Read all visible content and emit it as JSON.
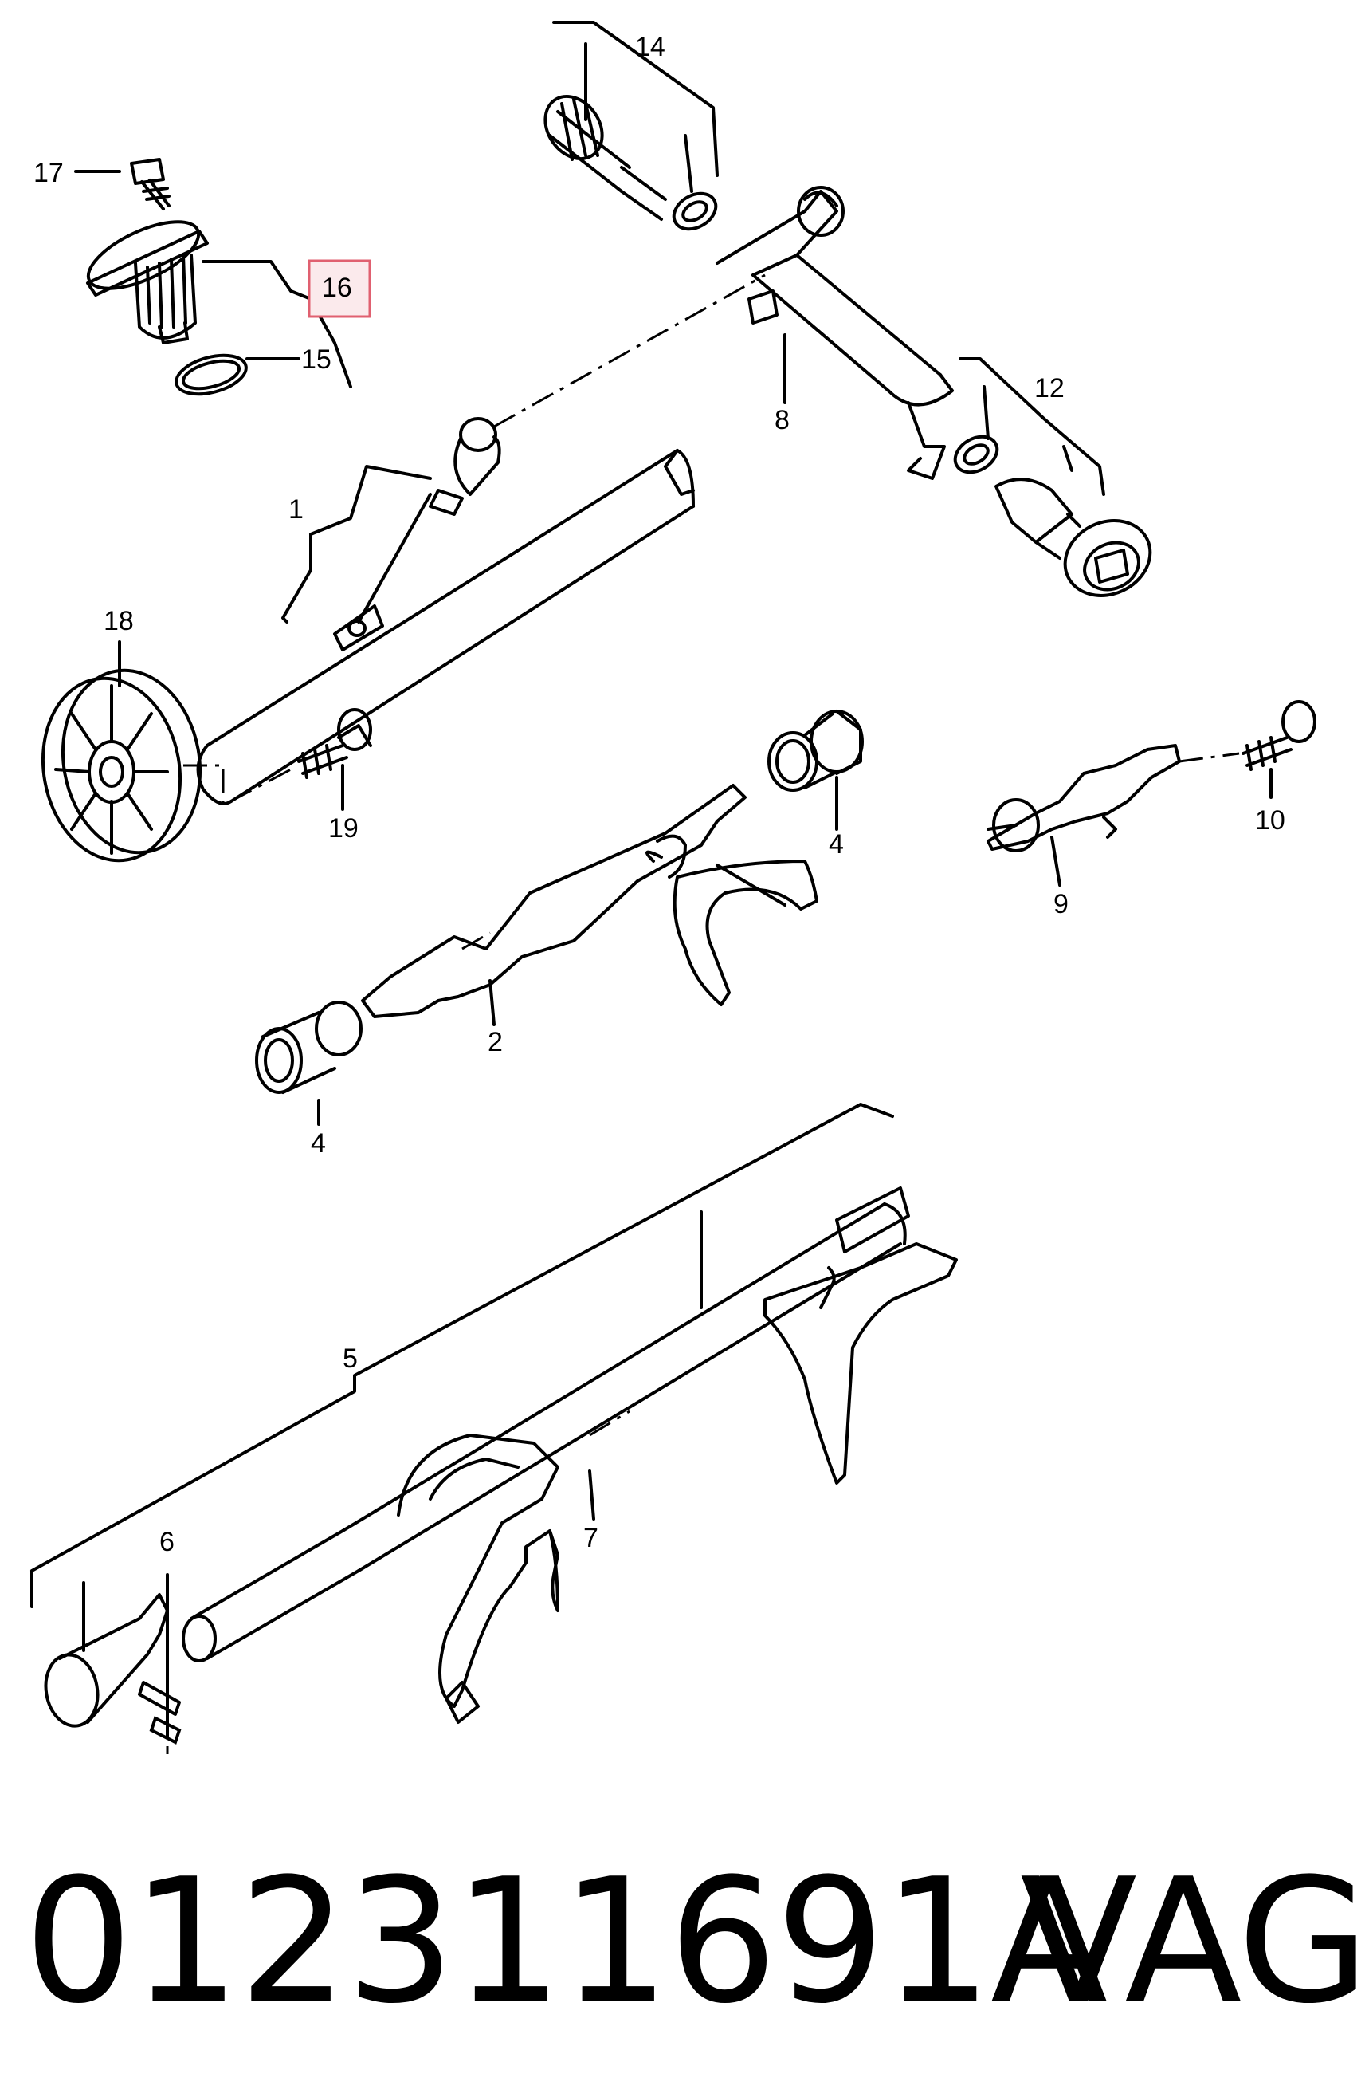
{
  "callouts": {
    "c1": "1",
    "c2": "2",
    "c4a": "4",
    "c4b": "4",
    "c5": "5",
    "c6": "6",
    "c7": "7",
    "c8": "8",
    "c9": "9",
    "c10": "10",
    "c12": "12",
    "c14": "14",
    "c15": "15",
    "c16": "16",
    "c17": "17",
    "c18": "18",
    "c19": "19"
  },
  "highlight_color": "#e06070",
  "footer": {
    "part_number": "012311691A",
    "brand": "VAG"
  }
}
